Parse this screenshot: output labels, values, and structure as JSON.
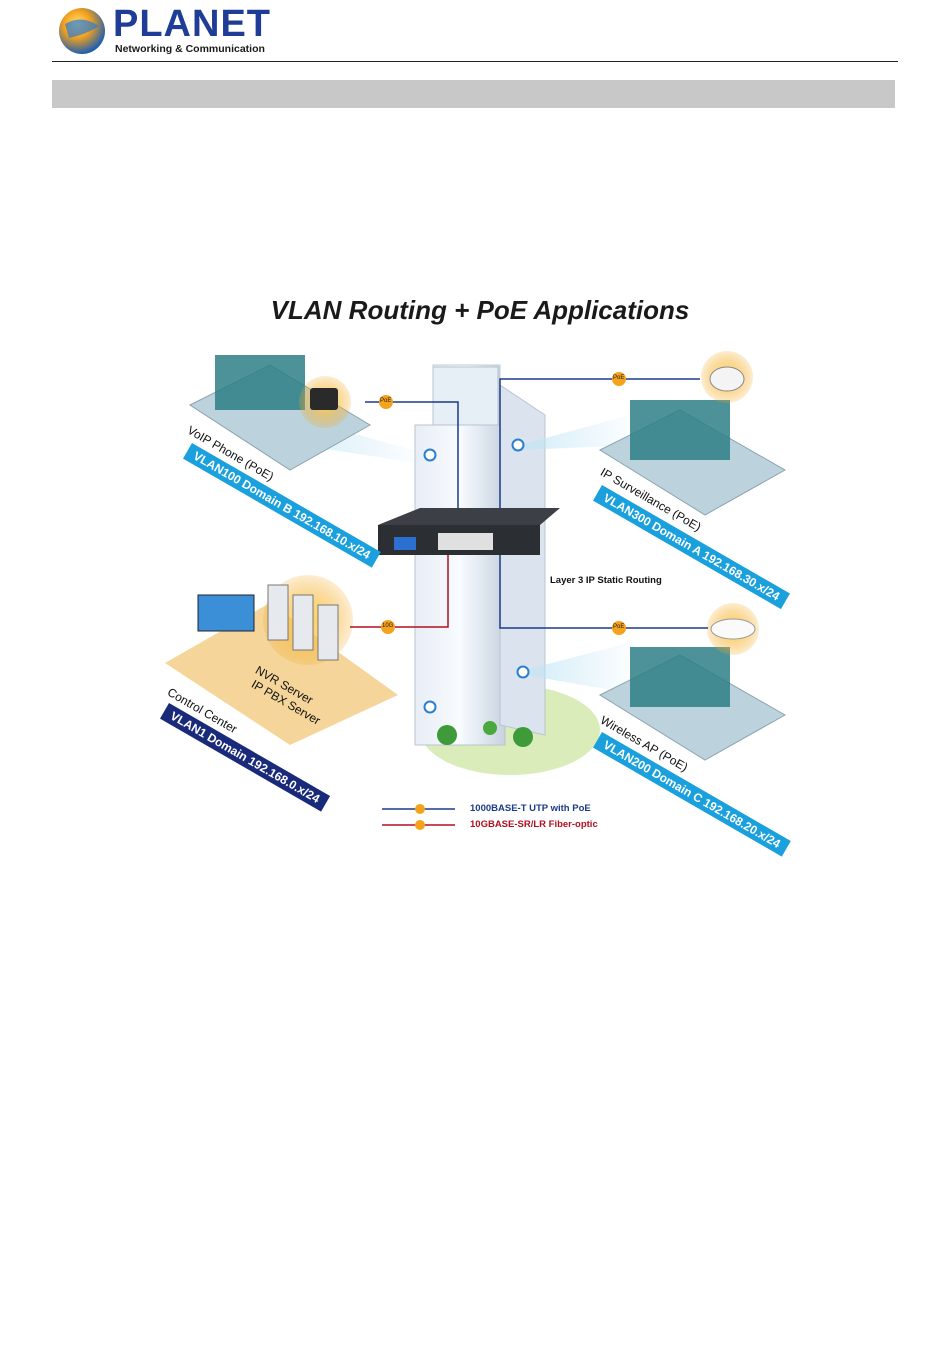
{
  "header": {
    "brand": "PLANET",
    "tagline": "Networking & Communication"
  },
  "figure": {
    "title": "VLAN Routing + PoE Applications",
    "switch_label": "Layer 3 IP Static Routing",
    "poe_badge": "PoE",
    "tenG_badge": "10G",
    "zones": [
      {
        "device": "VoIP Phone (PoE)",
        "vlan": "VLAN100 Domain B 192.168.10.x/24"
      },
      {
        "device": "IP Surveillance (PoE)",
        "vlan": "VLAN300 Domain A 192.168.30.x/24"
      },
      {
        "device": "Control Center",
        "devices2": "NVR Server",
        "devices3": "IP PBX Server",
        "vlan": "VLAN1 Domain 192.168.0.x/24"
      },
      {
        "device": "Wireless AP (PoE)",
        "vlan": "VLAN200 Domain C 192.168.20.x/24"
      }
    ],
    "legend": [
      {
        "text": "1000BASE-T UTP with PoE",
        "color": "#1a3a8a"
      },
      {
        "text": "10GBASE-SR/LR Fiber-optic",
        "color": "#b01020"
      }
    ]
  },
  "colors": {
    "utp_line": "#1a3a8a",
    "fiber_line": "#b01020",
    "vlan_cyan": "#1aa0dc",
    "vlan_navy": "#1a2a7a",
    "section_bar": "#c8c8c8"
  }
}
